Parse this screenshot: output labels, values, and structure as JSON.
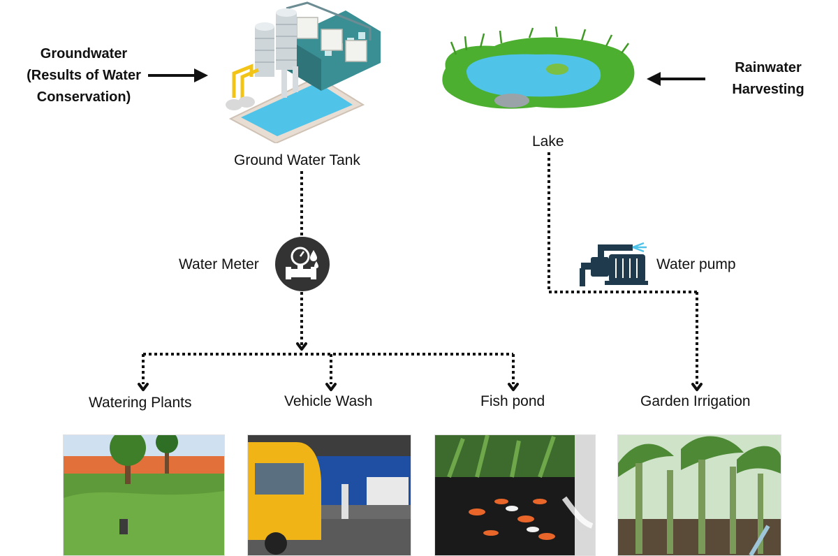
{
  "sources": {
    "groundwater": "Groundwater\n(Results of Water\nConservation)",
    "rainwater": "Rainwater\nHarvesting"
  },
  "nodes": {
    "ground_water_tank": "Ground Water Tank",
    "lake": "Lake",
    "water_meter": "Water Meter",
    "water_pump": "Water pump"
  },
  "uses": [
    {
      "label": "Watering Plants",
      "photo": "sprinkler-on-lawn-photo"
    },
    {
      "label": "Vehicle Wash",
      "photo": "vehicle-wash-photo"
    },
    {
      "label": "Fish pond",
      "photo": "koi-fish-pond-photo"
    },
    {
      "label": "Garden Irrigation",
      "photo": "banana-garden-irrigation-photo"
    }
  ],
  "colors": {
    "line": "#111111",
    "meter_bg": "#333333",
    "pump": "#1e3a4c",
    "water": "#4fc3e8",
    "grass": "#4caf2f",
    "factory_teal": "#3a8f95"
  },
  "icons": {
    "tank": "water-treatment-plant-icon",
    "lake": "lake-pond-icon",
    "meter": "water-meter-icon",
    "pump": "water-pump-icon"
  }
}
